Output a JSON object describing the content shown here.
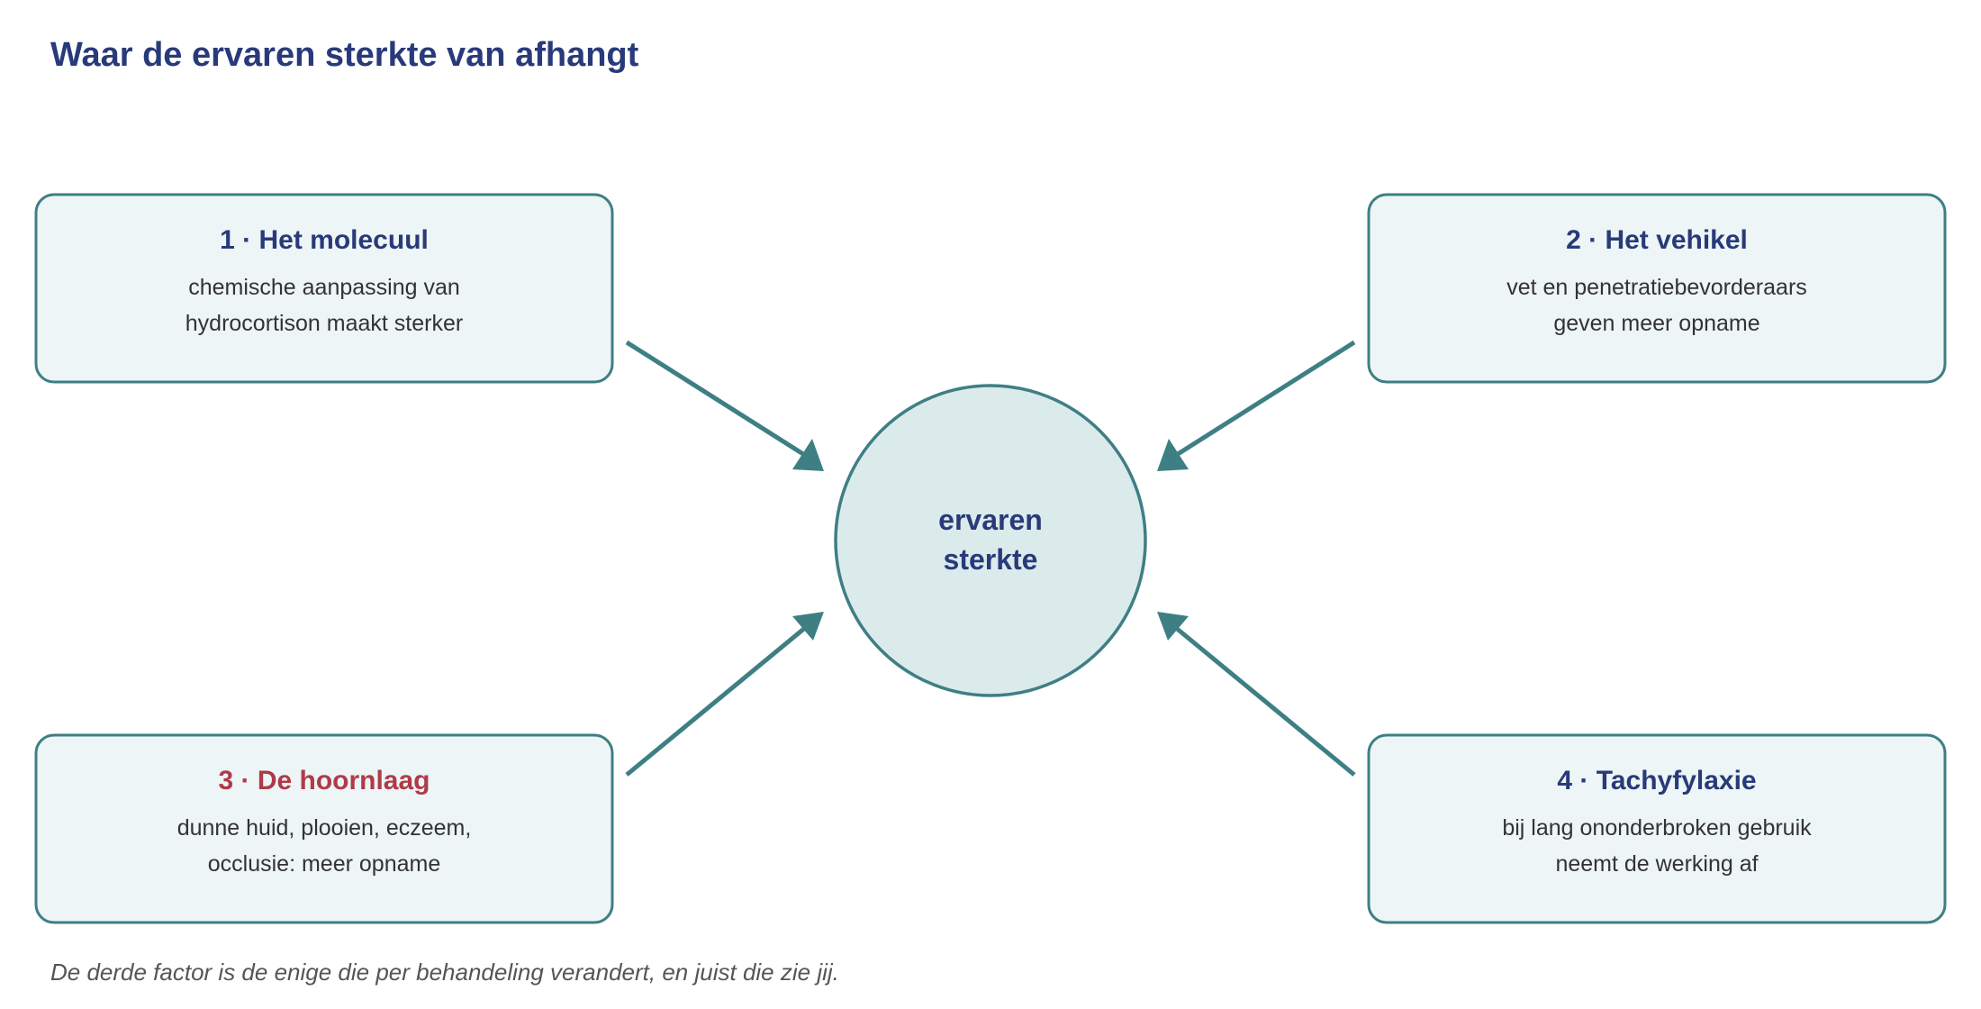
{
  "title": "Waar de ervaren sterkte van afhangt",
  "center": {
    "line1": "ervaren",
    "line2": "sterkte"
  },
  "factors": [
    {
      "title": "1 · Het molecuul",
      "line1": "chemische aanpassing van",
      "line2": "hydrocortison maakt sterker"
    },
    {
      "title": "2 · Het vehikel",
      "line1": "vet en penetratiebevorderaars",
      "line2": "geven meer opname"
    },
    {
      "title": "3 · De hoornlaag",
      "line1": "dunne huid, plooien, eczeem,",
      "line2": "occlusie: meer opname"
    },
    {
      "title": "4 · Tachyfylaxie",
      "line1": "bij lang ononderbroken gebruik",
      "line2": "neemt de werking af"
    }
  ],
  "footnote": "De derde factor is de enige die per behandeling verandert, en juist die zie jij.",
  "colors": {
    "title": "#283a7a",
    "accent": "#b03a48",
    "stroke": "#3e7f84",
    "box_fill": "#edf5f6",
    "circle_fill": "#dbeaeb"
  }
}
